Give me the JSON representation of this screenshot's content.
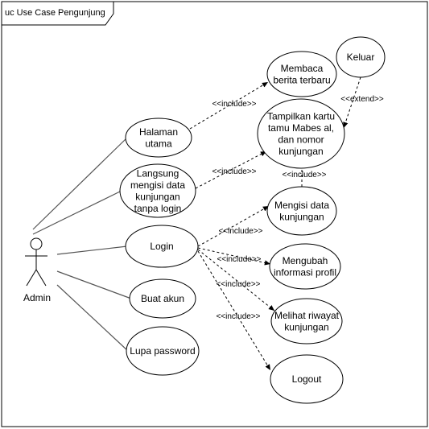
{
  "frame": {
    "title": "uc Use Case Pengunjung"
  },
  "actor": {
    "name": "Admin"
  },
  "use_cases": [
    {
      "id": "halaman-utama",
      "lines": [
        "Halaman",
        "utama"
      ]
    },
    {
      "id": "langsung-mengisi",
      "lines": [
        "Langsung",
        "mengisi data",
        "kunjungan",
        "tanpa login"
      ]
    },
    {
      "id": "login",
      "lines": [
        "Login"
      ]
    },
    {
      "id": "buat-akun",
      "lines": [
        "Buat akun"
      ]
    },
    {
      "id": "lupa-password",
      "lines": [
        "Lupa password"
      ]
    },
    {
      "id": "membaca-berita",
      "lines": [
        "Membaca",
        "berita terbaru"
      ]
    },
    {
      "id": "keluar",
      "lines": [
        "Keluar"
      ]
    },
    {
      "id": "tampilkan-kartu",
      "lines": [
        "Tampilkan kartu",
        "tamu Mabes al,",
        "dan nomor",
        "kunjungan"
      ]
    },
    {
      "id": "mengisi-data",
      "lines": [
        "Mengisi data",
        "kunjungan"
      ]
    },
    {
      "id": "mengubah-profil",
      "lines": [
        "Mengubah",
        "informasi profil"
      ]
    },
    {
      "id": "melihat-riwayat",
      "lines": [
        "Melihat riwayat",
        "kunjungan"
      ]
    },
    {
      "id": "logout",
      "lines": [
        "Logout"
      ]
    }
  ],
  "associations": [
    "halaman-utama",
    "langsung-mengisi",
    "login",
    "buat-akun",
    "lupa-password"
  ],
  "relations": [
    {
      "from": "halaman-utama",
      "to": "membaca-berita",
      "label": "<<include>>"
    },
    {
      "from": "langsung-mengisi",
      "to": "tampilkan-kartu",
      "label": "<<include>>"
    },
    {
      "from": "keluar",
      "to": "tampilkan-kartu",
      "label": "<<extend>>"
    },
    {
      "from": "mengisi-data",
      "to": "tampilkan-kartu",
      "label": "<<include>>"
    },
    {
      "from": "login",
      "to": "mengisi-data",
      "label": "<<include>>"
    },
    {
      "from": "login",
      "to": "mengubah-profil",
      "label": "<<include>>"
    },
    {
      "from": "login",
      "to": "melihat-riwayat",
      "label": "<<include>>"
    },
    {
      "from": "login",
      "to": "logout",
      "label": "<<include>>"
    }
  ]
}
